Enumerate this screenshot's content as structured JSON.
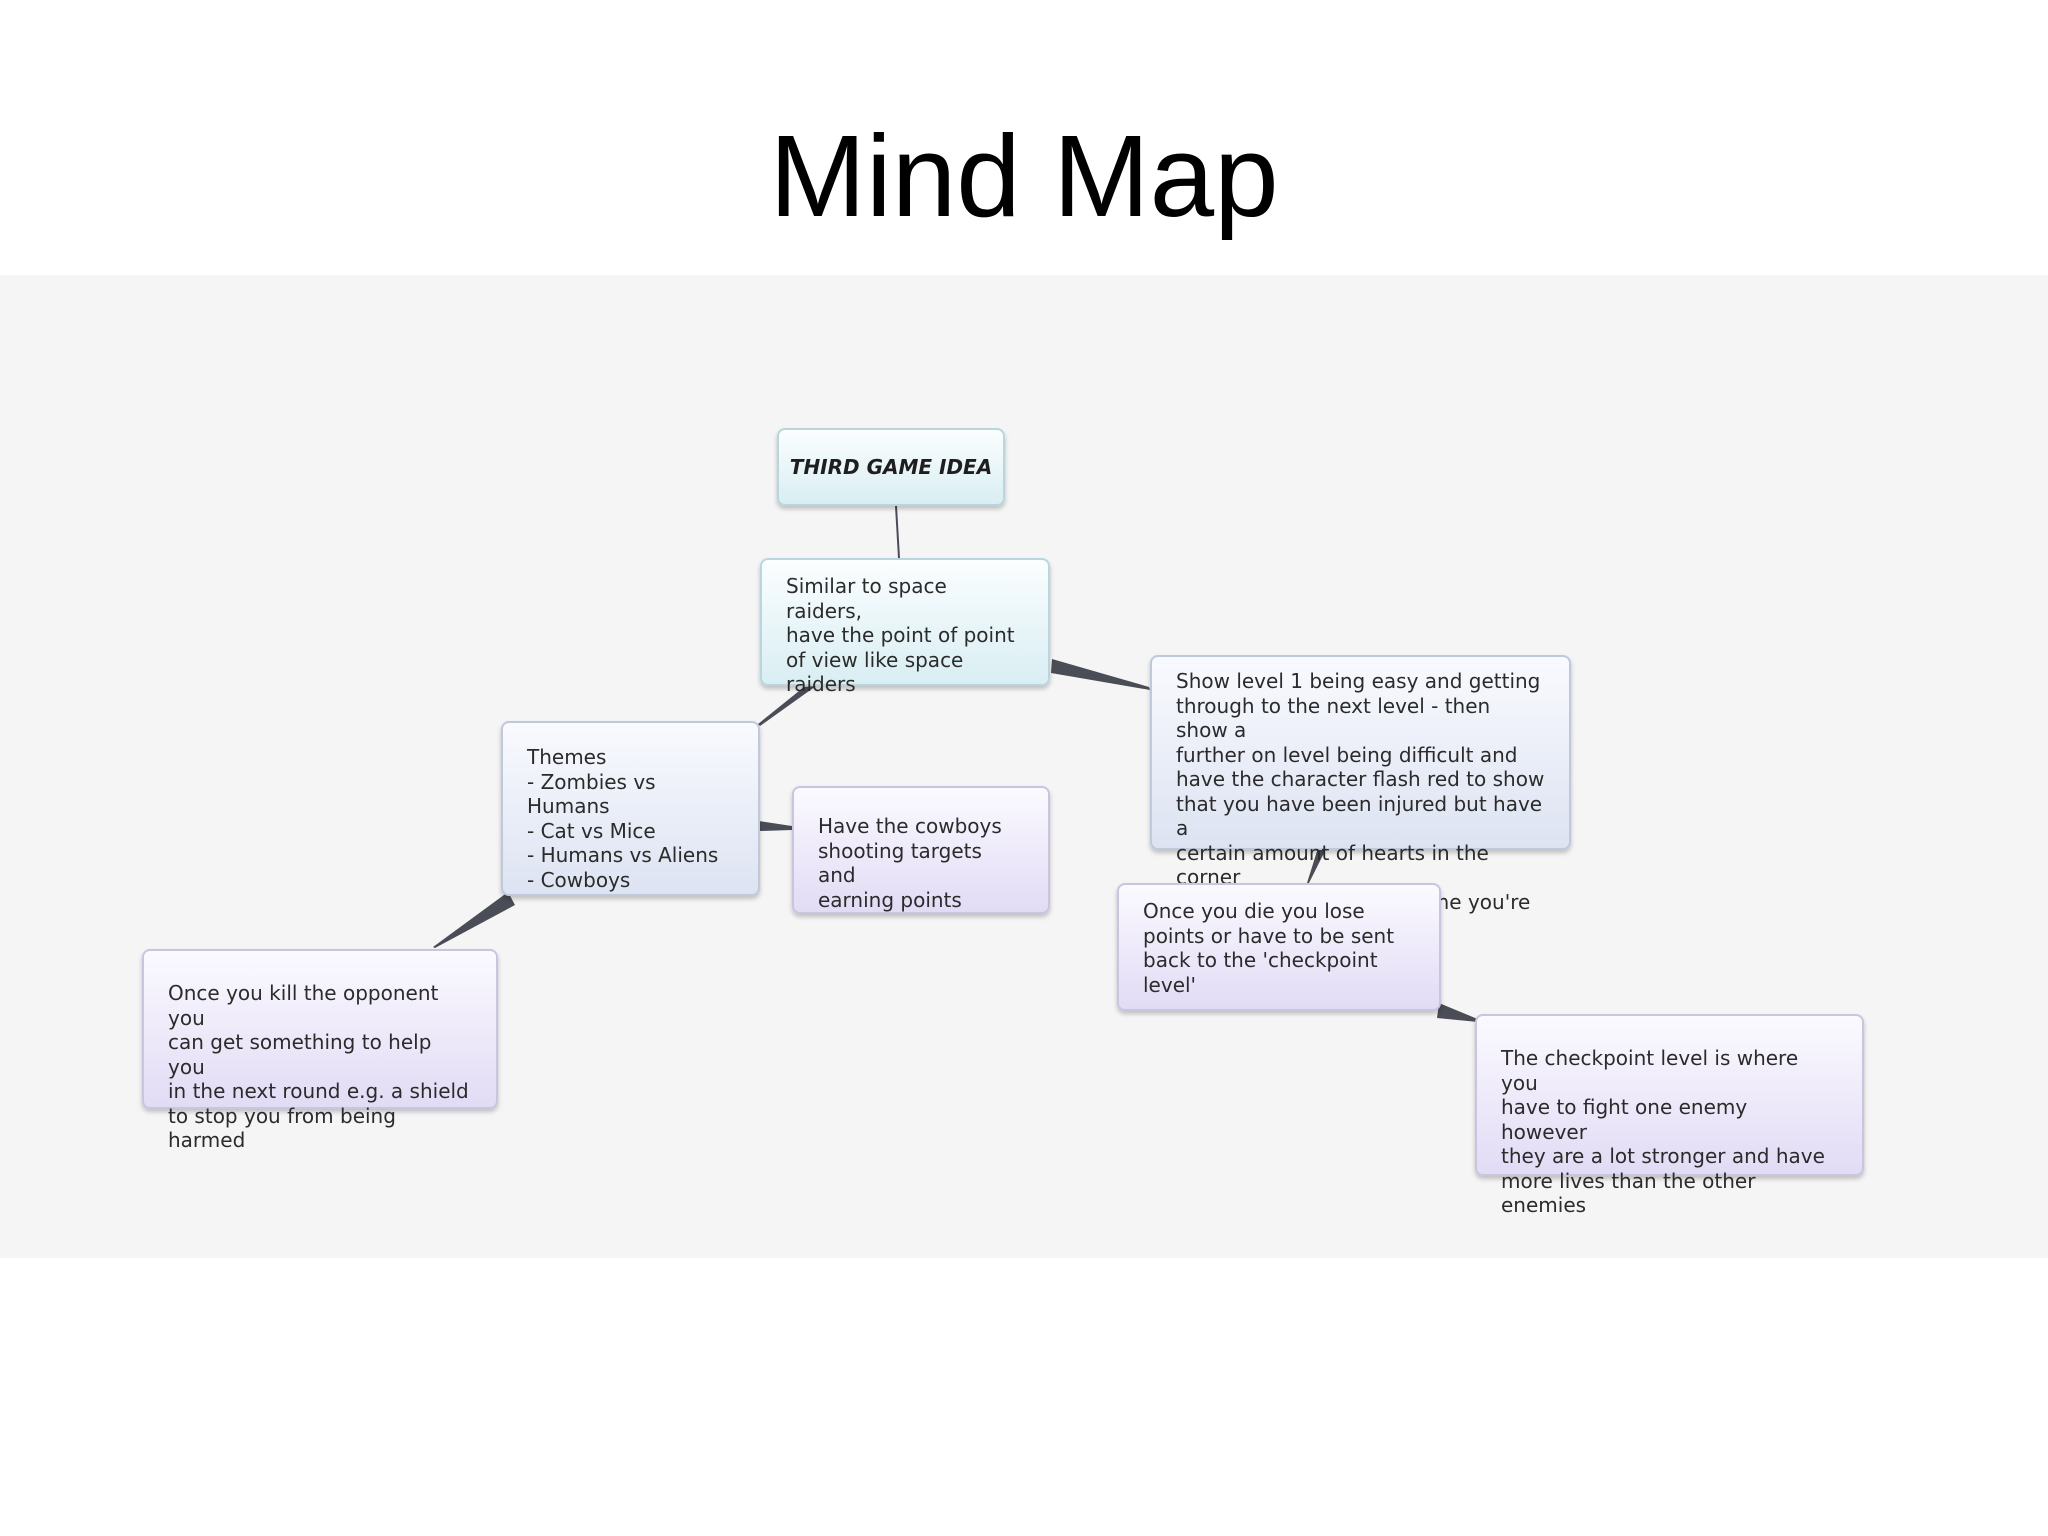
{
  "slide": {
    "title": "Mind Map"
  },
  "mindmap": {
    "root": "THIRD GAME IDEA",
    "space_raiders": "Similar to space raiders,\nhave the point of point\nof view like space\nraiders",
    "themes": "Themes\n- Zombies vs Humans\n- Cat vs Mice\n- Humans vs Aliens\n- Cowboys",
    "cowboys": "Have the cowboys\nshooting targets and\nearning points",
    "kill_opponent": "Once you kill the opponent you\ncan get something to help you\nin the next round e.g. a shield\nto stop you from being harmed",
    "levels": "Show level 1 being easy and getting\nthrough to the next level - then show a\nfurther on level being difficult and\nhave the character flash red to show\nthat you have been injured but have a\ncertain amount of hearts in the corner\nand you lose one every time you're hit",
    "die": "Once you die you lose\npoints or have to be sent\nback to the 'checkpoint\nlevel'",
    "checkpoint": "The checkpoint level is where you\nhave to fight one enemy however\nthey are a lot stronger and have\nmore lives than the other enemies"
  },
  "colors": {
    "canvas": "#f5f5f6",
    "connector": "#4a4d55",
    "node_cyan": "#d9eef3",
    "node_blue": "#dde3f2",
    "node_purple": "#e2dbf5"
  }
}
